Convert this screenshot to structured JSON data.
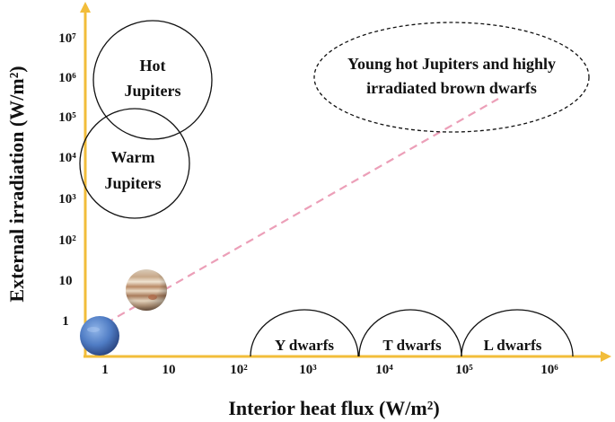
{
  "axes": {
    "x_title": "Interior heat flux (W/m²)",
    "y_title": "External irradiation  (W/m²)",
    "x_ticks": [
      "1",
      "10",
      "10²",
      "10³",
      "10⁴",
      "10⁵",
      "10⁶"
    ],
    "y_ticks": [
      "1",
      "10",
      "10²",
      "10³",
      "10⁴",
      "10⁵",
      "10⁶",
      "10⁷"
    ],
    "axis_color": "#f2bd3a"
  },
  "regions": {
    "hot_jupiters": [
      "Hot",
      "Jupiters"
    ],
    "warm_jupiters": [
      "Warm",
      "Jupiters"
    ],
    "young_hot": [
      "Young hot Jupiters and highly",
      "irradiated brown dwarfs"
    ]
  },
  "dwarfs": [
    "Y dwarfs",
    "T dwarfs",
    "L dwarfs"
  ],
  "planets": {
    "neptune_icon": "neptune-icon",
    "jupiter_icon": "jupiter-icon"
  },
  "trend_color": "#ec9fb8"
}
